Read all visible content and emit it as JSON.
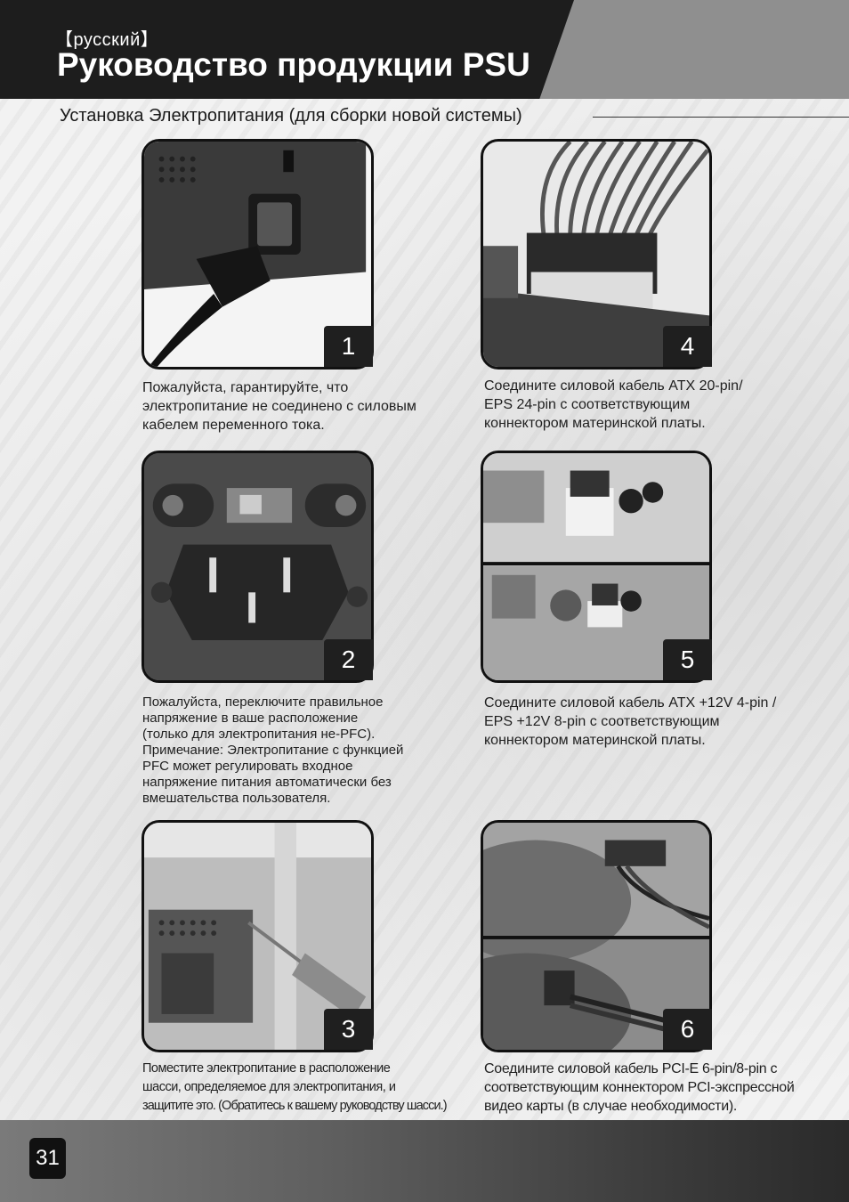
{
  "header": {
    "lang_tag": "【русский】",
    "title": "Руководство продукции PSU"
  },
  "section": {
    "title": "Установка Электропитания (для сборки новой системы)"
  },
  "steps": [
    {
      "number": "1",
      "caption_lines": [
        "Пожалуйста, гарантируйте, что",
        "электропитание не соединено с силовым",
        "кабелем переменного тока."
      ]
    },
    {
      "number": "2",
      "caption_lines": [
        "Пожалуйста, переключите правильное",
        "напряжение в ваше расположение",
        "(только для электропитания не-PFC).",
        "Примечание: Электропитание с функцией",
        "PFC может регулировать входное",
        "напряжение питания автоматически без",
        "вмешательства пользователя."
      ]
    },
    {
      "number": "3",
      "caption_lines": [
        "Поместите электропитание в расположение",
        "шасси, определяемое для электропитания, и",
        "защитите это. (Обратитесь к вашему руководству шасси.)"
      ]
    },
    {
      "number": "4",
      "caption_lines": [
        "Соедините силовой кабель ATX 20-pin/",
        "EPS 24-pin с соответствующим",
        "коннектором материнской платы."
      ]
    },
    {
      "number": "5",
      "caption_lines": [
        "Соедините силовой кабель ATX +12V 4-pin /",
        "EPS +12V 8-pin с соответствующим",
        "коннектором материнской платы."
      ]
    },
    {
      "number": "6",
      "caption_lines": [
        "Соедините силовой кабель PCI-E 6-pin/8-pin с",
        "соответствующим коннектором PCI-экспрессной",
        "видео карты (в случае необходимости)."
      ]
    }
  ],
  "page_number": "31"
}
